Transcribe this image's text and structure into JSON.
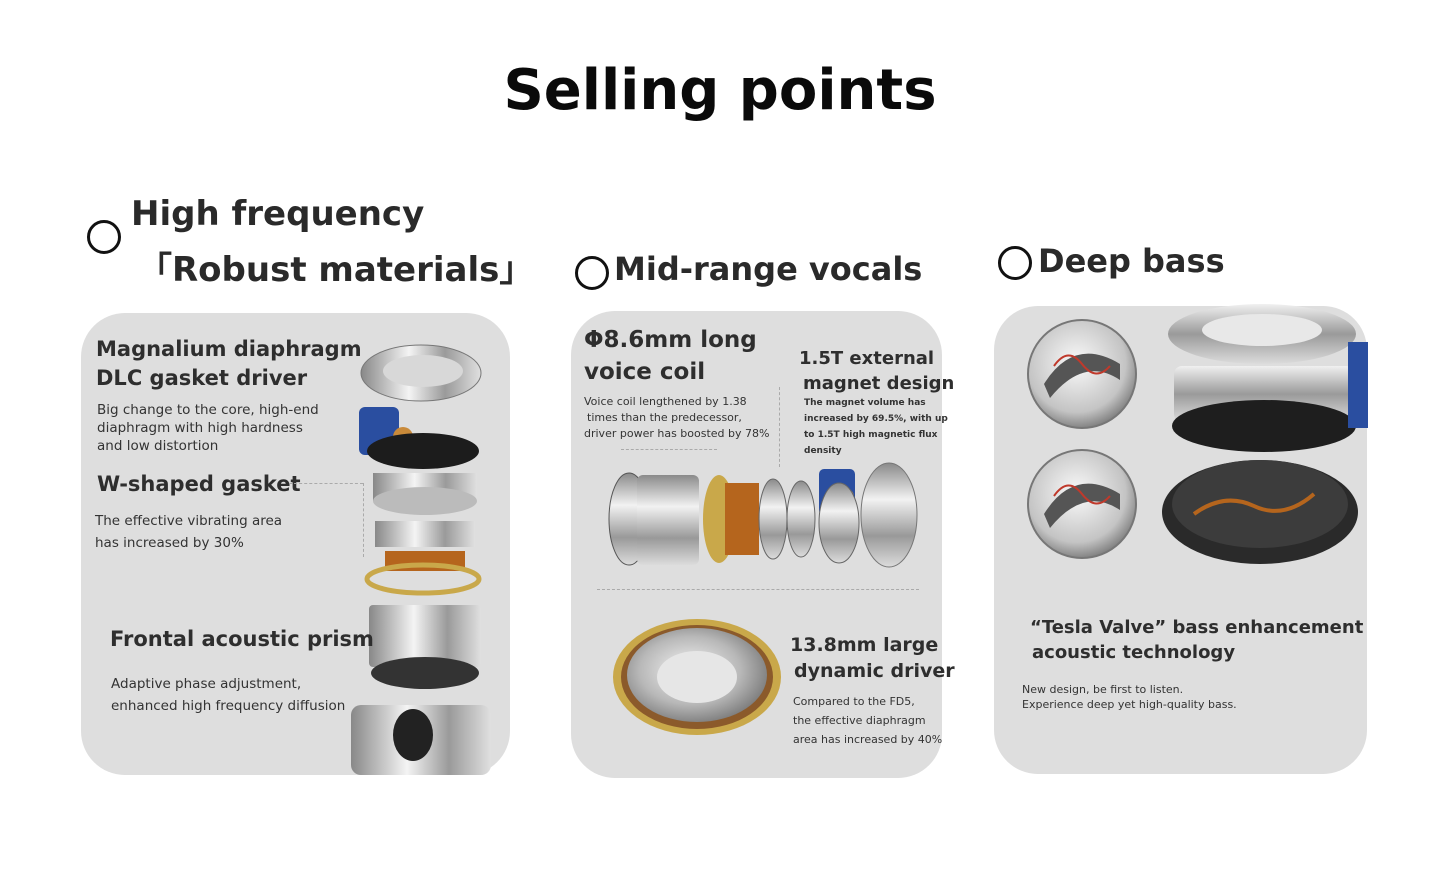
{
  "page_title": "Selling points",
  "sections": [
    {
      "title_line1": "High frequency",
      "title_line2": "「Robust materials」",
      "features": [
        {
          "heading_l1": "Magnalium diaphragm",
          "heading_l2": "DLC gasket driver",
          "desc": [
            "Big change to the core, high-end",
            "diaphragm with high hardness",
            "and low distortion"
          ]
        },
        {
          "heading_l1": "W-shaped gasket",
          "desc": [
            "The effective vibrating area",
            "has increased by 30%"
          ]
        },
        {
          "heading_l1": "Frontal acoustic prism",
          "desc": [
            "Adaptive phase adjustment,",
            "enhanced high frequency diffusion"
          ]
        }
      ]
    },
    {
      "title": "Mid-range vocals",
      "features": [
        {
          "heading_l1": "Φ8.6mm long",
          "heading_l2": "voice coil",
          "desc": [
            "Voice coil lengthened by 1.38",
            "times than the predecessor,",
            "driver power has boosted by 78%"
          ]
        },
        {
          "heading_l1": "1.5T external",
          "heading_l2": "magnet design",
          "desc": [
            "The magnet volume has",
            "increased by 69.5%, with up",
            "to 1.5T high magnetic flux",
            "density"
          ]
        },
        {
          "heading_l1": "13.8mm large",
          "heading_l2": "dynamic driver",
          "desc": [
            "Compared to the FD5,",
            "the effective diaphragm",
            "area has increased by 40%"
          ]
        }
      ]
    },
    {
      "title": "Deep bass",
      "features": [
        {
          "heading_l1": "“Tesla Valve” bass enhancement",
          "heading_l2": "acoustic technology",
          "desc": [
            "New design, be first to listen.",
            "Experience deep yet high-quality bass."
          ]
        }
      ]
    }
  ],
  "colors": {
    "panel": "#dedede",
    "accent_blue": "#2a4ea0",
    "copper": "#b5651d",
    "gold": "#c9a84a"
  }
}
